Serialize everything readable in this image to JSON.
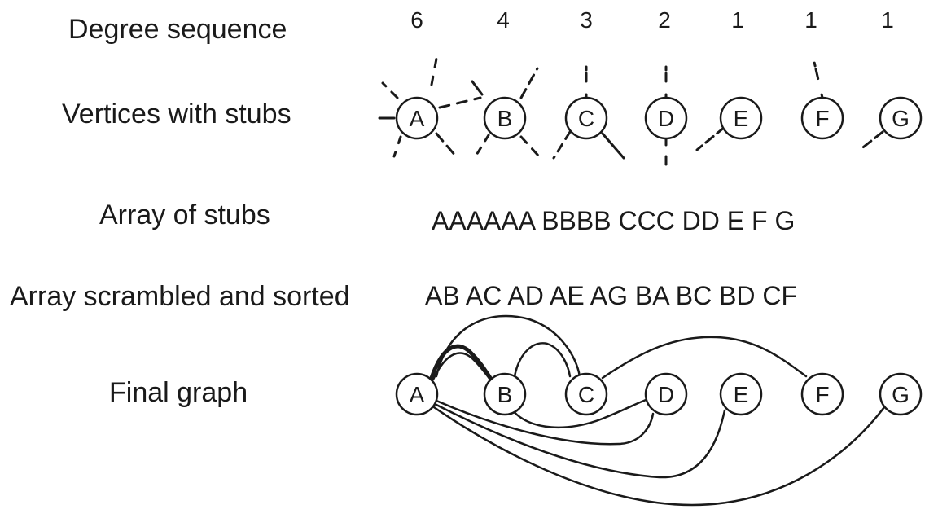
{
  "labels": {
    "degree_sequence": "Degree sequence",
    "vertices_with_stubs": "Vertices with stubs",
    "array_of_stubs": "Array of stubs",
    "array_scrambled": "Array scrambled and sorted",
    "final_graph": "Final graph"
  },
  "degrees": [
    "6",
    "4",
    "3",
    "2",
    "1",
    "1",
    "1"
  ],
  "vertices": [
    "A",
    "B",
    "C",
    "D",
    "E",
    "F",
    "G"
  ],
  "stub_array": "AAAAAA BBBB CCC DD E F G",
  "scrambled_pairs": "AB AC AD AE AG BA BC BD CF",
  "edges": [
    [
      "A",
      "B"
    ],
    [
      "A",
      "C"
    ],
    [
      "A",
      "D"
    ],
    [
      "A",
      "E"
    ],
    [
      "A",
      "G"
    ],
    [
      "B",
      "A"
    ],
    [
      "B",
      "C"
    ],
    [
      "B",
      "D"
    ],
    [
      "C",
      "F"
    ]
  ],
  "colors": {
    "ink": "#1a1a1a",
    "background": "#ffffff"
  }
}
